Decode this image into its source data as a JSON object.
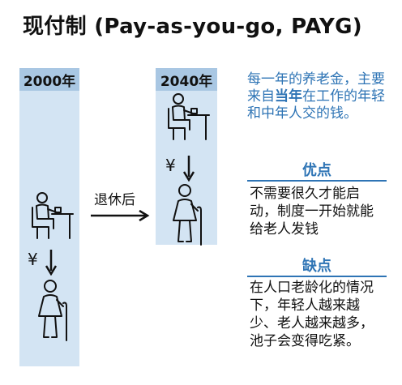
{
  "title": "现付制 (Pay-as-you-go, PAYG)",
  "columns": {
    "year_2000": "2000年",
    "year_2040": "2040年"
  },
  "currency_symbol": "¥",
  "transition_label": "退休后",
  "description": {
    "part1": "每一年的养老金，主要来自",
    "emphasis": "当年",
    "part2": "在工作的年轻和中年人交的钱。"
  },
  "pros": {
    "title": "优点",
    "text": "不需要很久才能启动，制度一开始就能给老人发钱"
  },
  "cons": {
    "title": "缺点",
    "text": "在人口老龄化的情况下，年轻人越来越少、老人越来越多，池子会变得吃紧。"
  },
  "colors": {
    "accent": "#2e74b5",
    "column_fill": "#d3e4f3",
    "column_header": "#a9c7e3"
  },
  "icons": [
    "worker-at-desk-icon",
    "elderly-with-cane-icon",
    "down-arrow-icon",
    "right-arrow-icon"
  ]
}
